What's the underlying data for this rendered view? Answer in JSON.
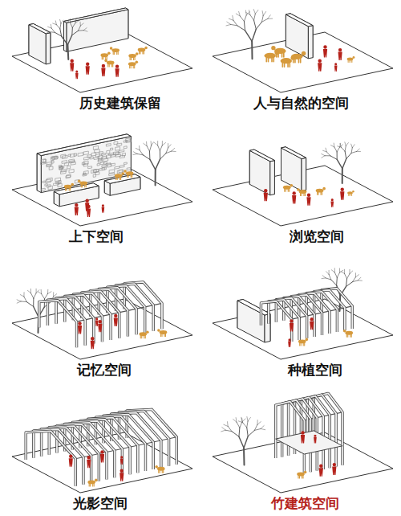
{
  "diagram": {
    "labels": [
      "历史建筑保留",
      "人与自然的空间",
      "上下空间",
      "浏览空间",
      "记忆空间",
      "种植空间",
      "光影空间",
      "竹建筑空间"
    ]
  }
}
